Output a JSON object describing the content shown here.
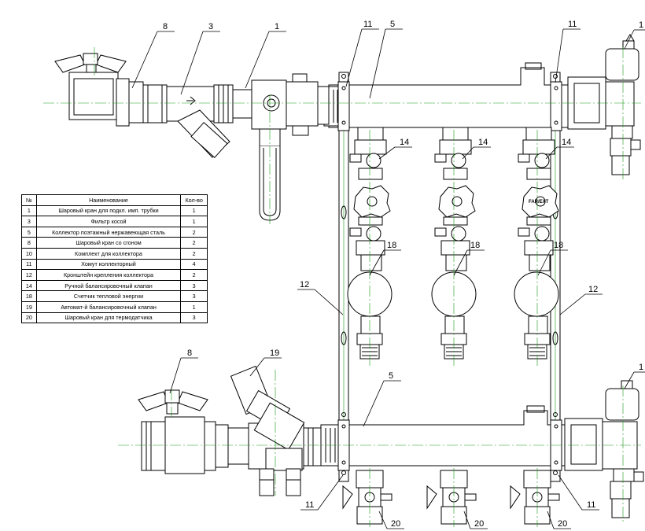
{
  "spec_table": {
    "headers": {
      "no": "№",
      "name": "Наименование",
      "qty": "Кол-во"
    },
    "rows": [
      {
        "no": "1",
        "name": "Шаровый кран для подкл. имп. трубки",
        "qty": "1"
      },
      {
        "no": "3",
        "name": "Фильтр косой",
        "qty": "1"
      },
      {
        "no": "5",
        "name": "Коллектор поэтажный нержавеющая сталь",
        "qty": "2"
      },
      {
        "no": "8",
        "name": "Шаровый кран со сгоном",
        "qty": "2"
      },
      {
        "no": "10",
        "name": "Комплект для коллектора",
        "qty": "2"
      },
      {
        "no": "11",
        "name": "Хомут коллекторный",
        "qty": "4"
      },
      {
        "no": "12",
        "name": "Кронштейн крепления коллектора",
        "qty": "2"
      },
      {
        "no": "14",
        "name": "Ручной балансировочный клапан",
        "qty": "3"
      },
      {
        "no": "18",
        "name": "Счетчик тепловой энергии",
        "qty": "3"
      },
      {
        "no": "19",
        "name": "Автомат-й балансировочный клапан",
        "qty": "1"
      },
      {
        "no": "20",
        "name": "Шаровый кран для термодатчика",
        "qty": "3"
      }
    ]
  },
  "callouts": {
    "c1": "1",
    "c3": "3",
    "c5_top": "5",
    "c5_bottom": "5",
    "c8_top": "8",
    "c8_bottom": "8",
    "c10_top": "1",
    "c10_bottom": "1",
    "c11_tl": "11",
    "c11_tr": "11",
    "c11_bl": "11",
    "c11_br": "11",
    "c12_left": "12",
    "c12_right": "12",
    "c14_a": "14",
    "c14_b": "14",
    "c14_c": "14",
    "c18_a": "18",
    "c18_b": "18",
    "c18_c": "18",
    "c19": "19",
    "c20_a": "20",
    "c20_b": "20",
    "c20_c": "20"
  },
  "valve_brand": "FAR/EXT"
}
